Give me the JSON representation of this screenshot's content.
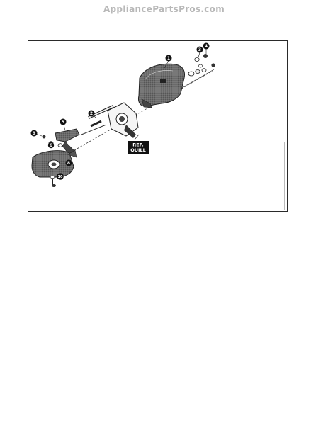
{
  "header": {
    "watermark": "AppliancePartsPros.com"
  },
  "diagram": {
    "callouts": [
      {
        "id": "1",
        "label": "1"
      },
      {
        "id": "2",
        "label": "2"
      },
      {
        "id": "3",
        "label": "3"
      },
      {
        "id": "4",
        "label": "4"
      },
      {
        "id": "5",
        "label": "5"
      },
      {
        "id": "6",
        "label": "6"
      },
      {
        "id": "8",
        "label": "8"
      },
      {
        "id": "9",
        "label": "9"
      },
      {
        "id": "10",
        "label": "10"
      }
    ],
    "ref_label_line1": "REF.",
    "ref_label_line2": "QUILL"
  }
}
